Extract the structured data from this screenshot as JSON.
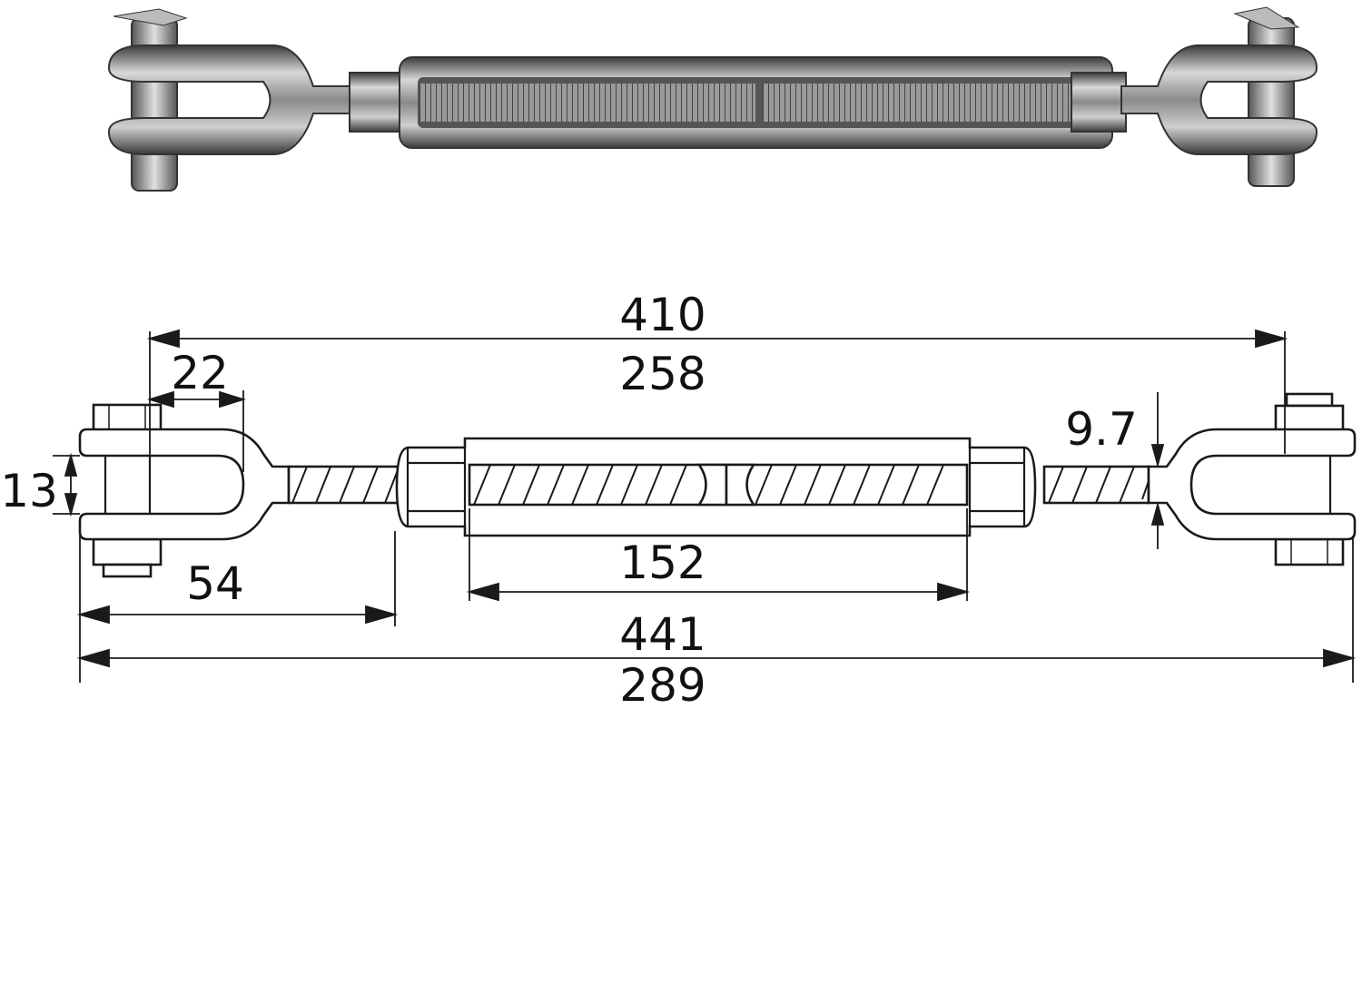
{
  "photo": {
    "subject": "turnbuckle-jaw-jaw-photo"
  },
  "dimensions": {
    "overall_pin_to_pin_max": "410",
    "overall_pin_to_pin_min": "258",
    "jaw_depth": "22",
    "jaw_opening": "13",
    "jaw_end_to_body": "54",
    "body_window_length": "152",
    "overall_max": "441",
    "overall_min": "289",
    "thread_diameter": "9.7"
  }
}
